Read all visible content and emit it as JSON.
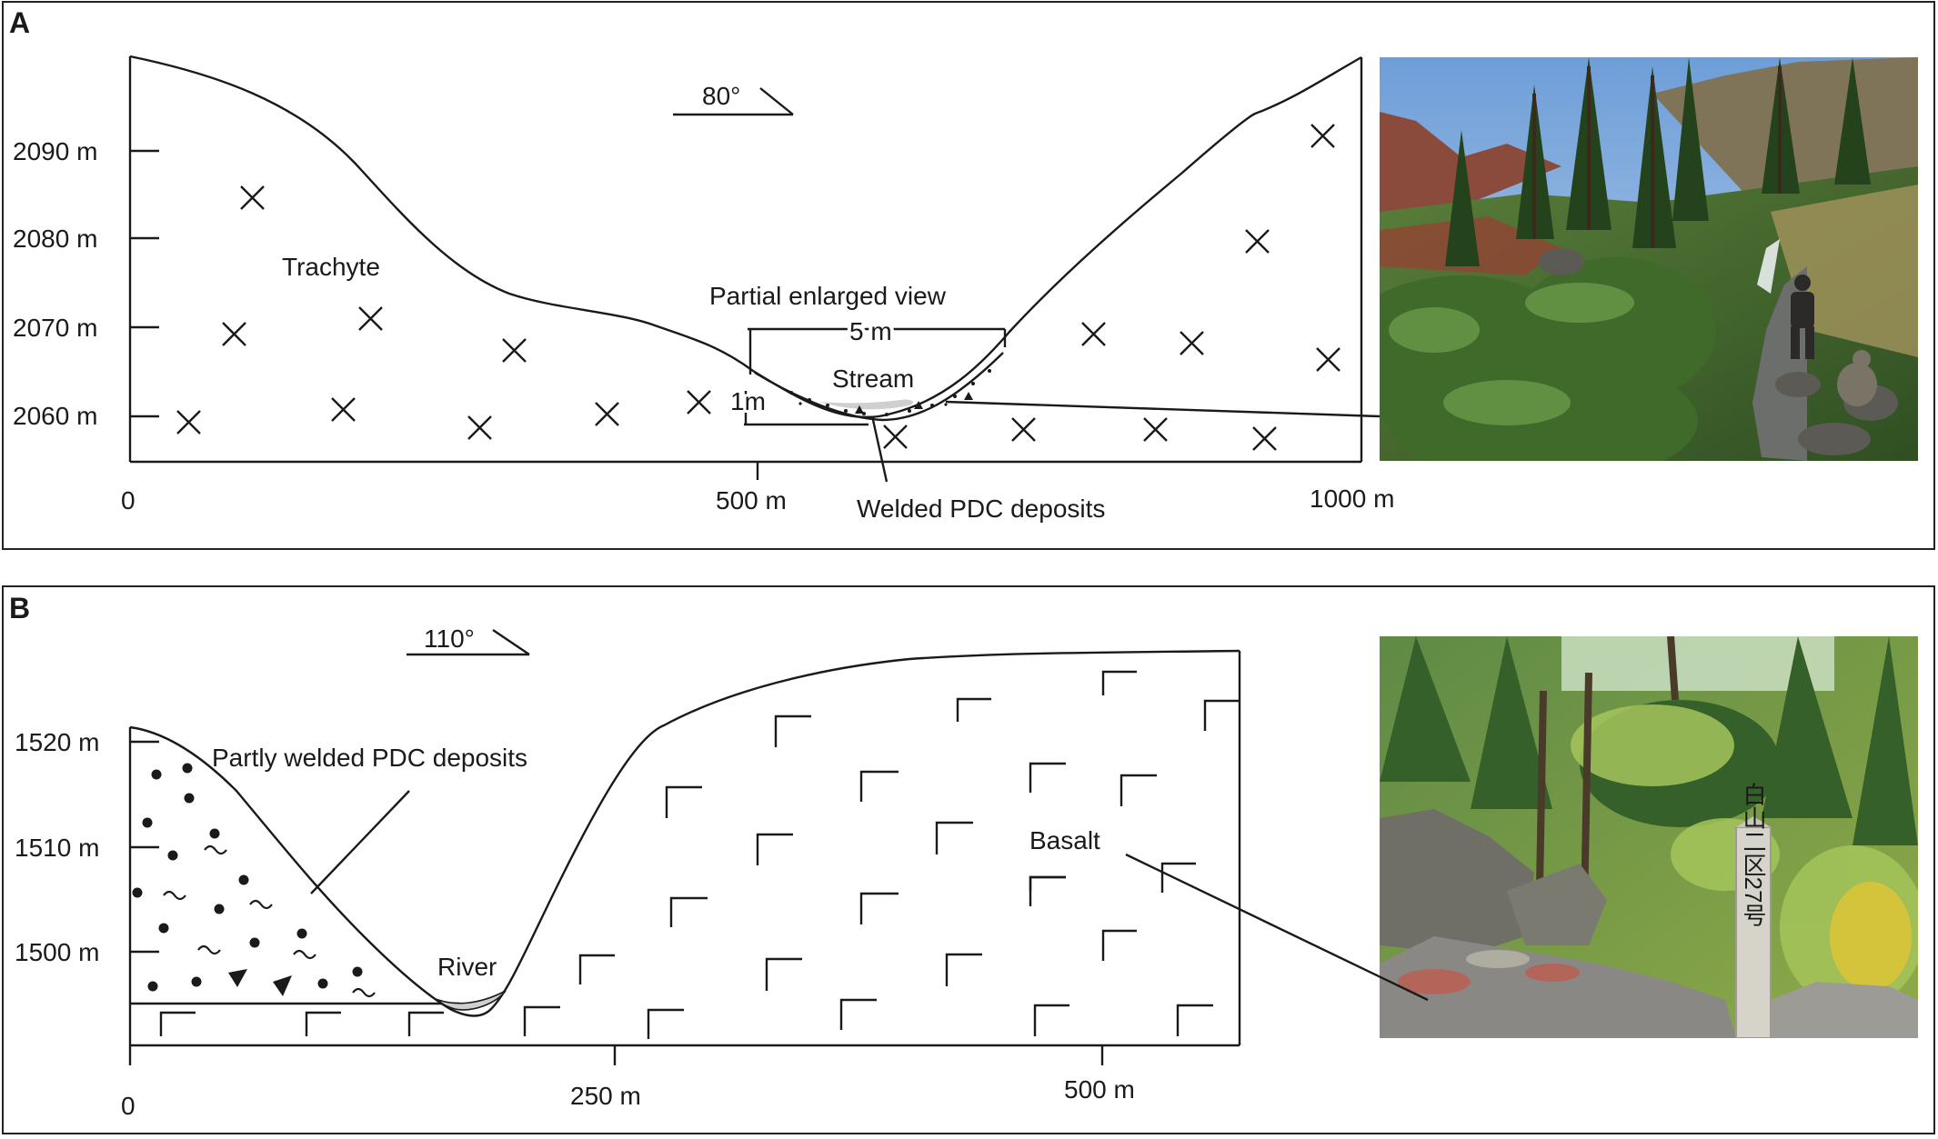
{
  "panel_a": {
    "letter": "A",
    "direction": "80°",
    "y_ticks": [
      "2090 m",
      "2080 m",
      "2070 m",
      "2060 m"
    ],
    "x_ticks": [
      "0",
      "500 m",
      "1000 m"
    ],
    "labels": {
      "rock": "Trachyte",
      "inset_title": "Partial enlarged view",
      "width": "5 m",
      "height": "1m",
      "stream": "Stream",
      "deposits": "Welded PDC deposits"
    }
  },
  "panel_b": {
    "letter": "B",
    "direction": "110°",
    "y_ticks": [
      "1520 m",
      "1510 m",
      "1500 m"
    ],
    "x_ticks": [
      "0",
      "250 m",
      "500 m"
    ],
    "labels": {
      "deposits": "Partly welded PDC deposits",
      "river": "River",
      "rock": "Basalt"
    },
    "marker_text": "白山二区27号"
  },
  "colors": {
    "line": "#1a1a1a",
    "water": "#c8c8c8",
    "sky": "#5d8fcf",
    "foliage": "#4a7a35",
    "rock_red": "#a0453a"
  }
}
